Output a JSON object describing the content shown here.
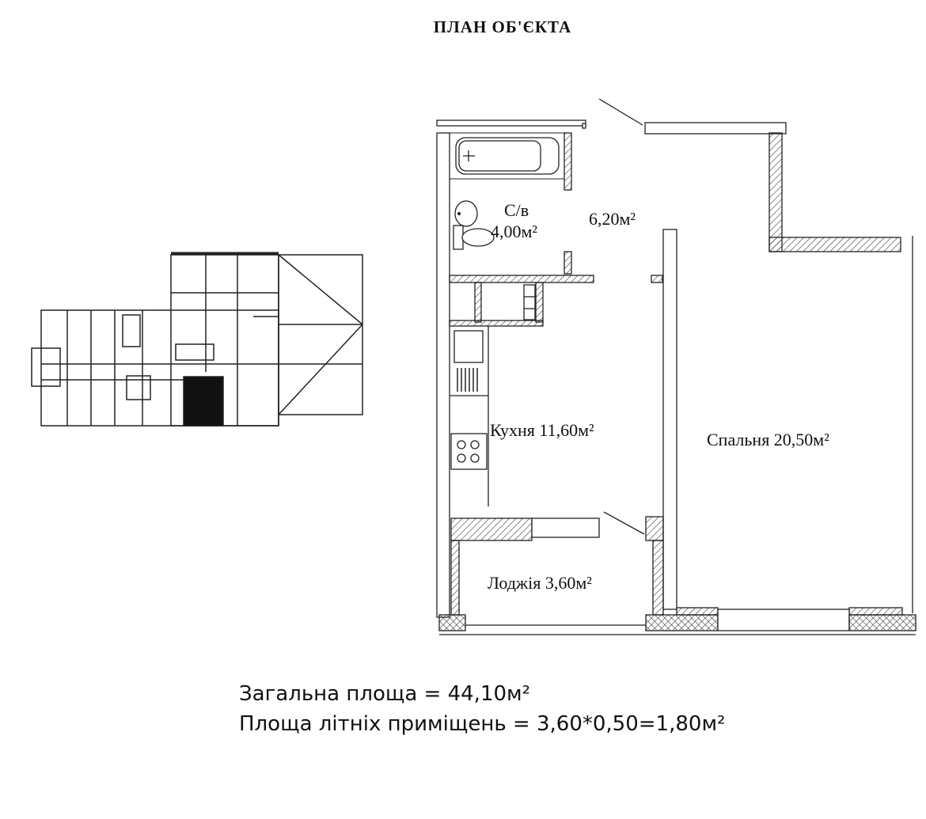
{
  "document": {
    "title": "ПЛАН ОБ'ЄКТА"
  },
  "rooms": {
    "bathroom_name": "С/в",
    "bathroom_area": "4,00м²",
    "hall_area": "6,20м²",
    "kitchen": "Кухня 11,60м²",
    "bedroom": "Спальня 20,50м²",
    "loggia": "Лоджія 3,60м²"
  },
  "summary": {
    "total_area": "Загальна площа  = 44,10м²",
    "summer_area": "Площа літніх приміщень = 3,60*0,50=1,80м²"
  },
  "colors": {
    "ink": "#111111",
    "hatch": "#555555"
  }
}
